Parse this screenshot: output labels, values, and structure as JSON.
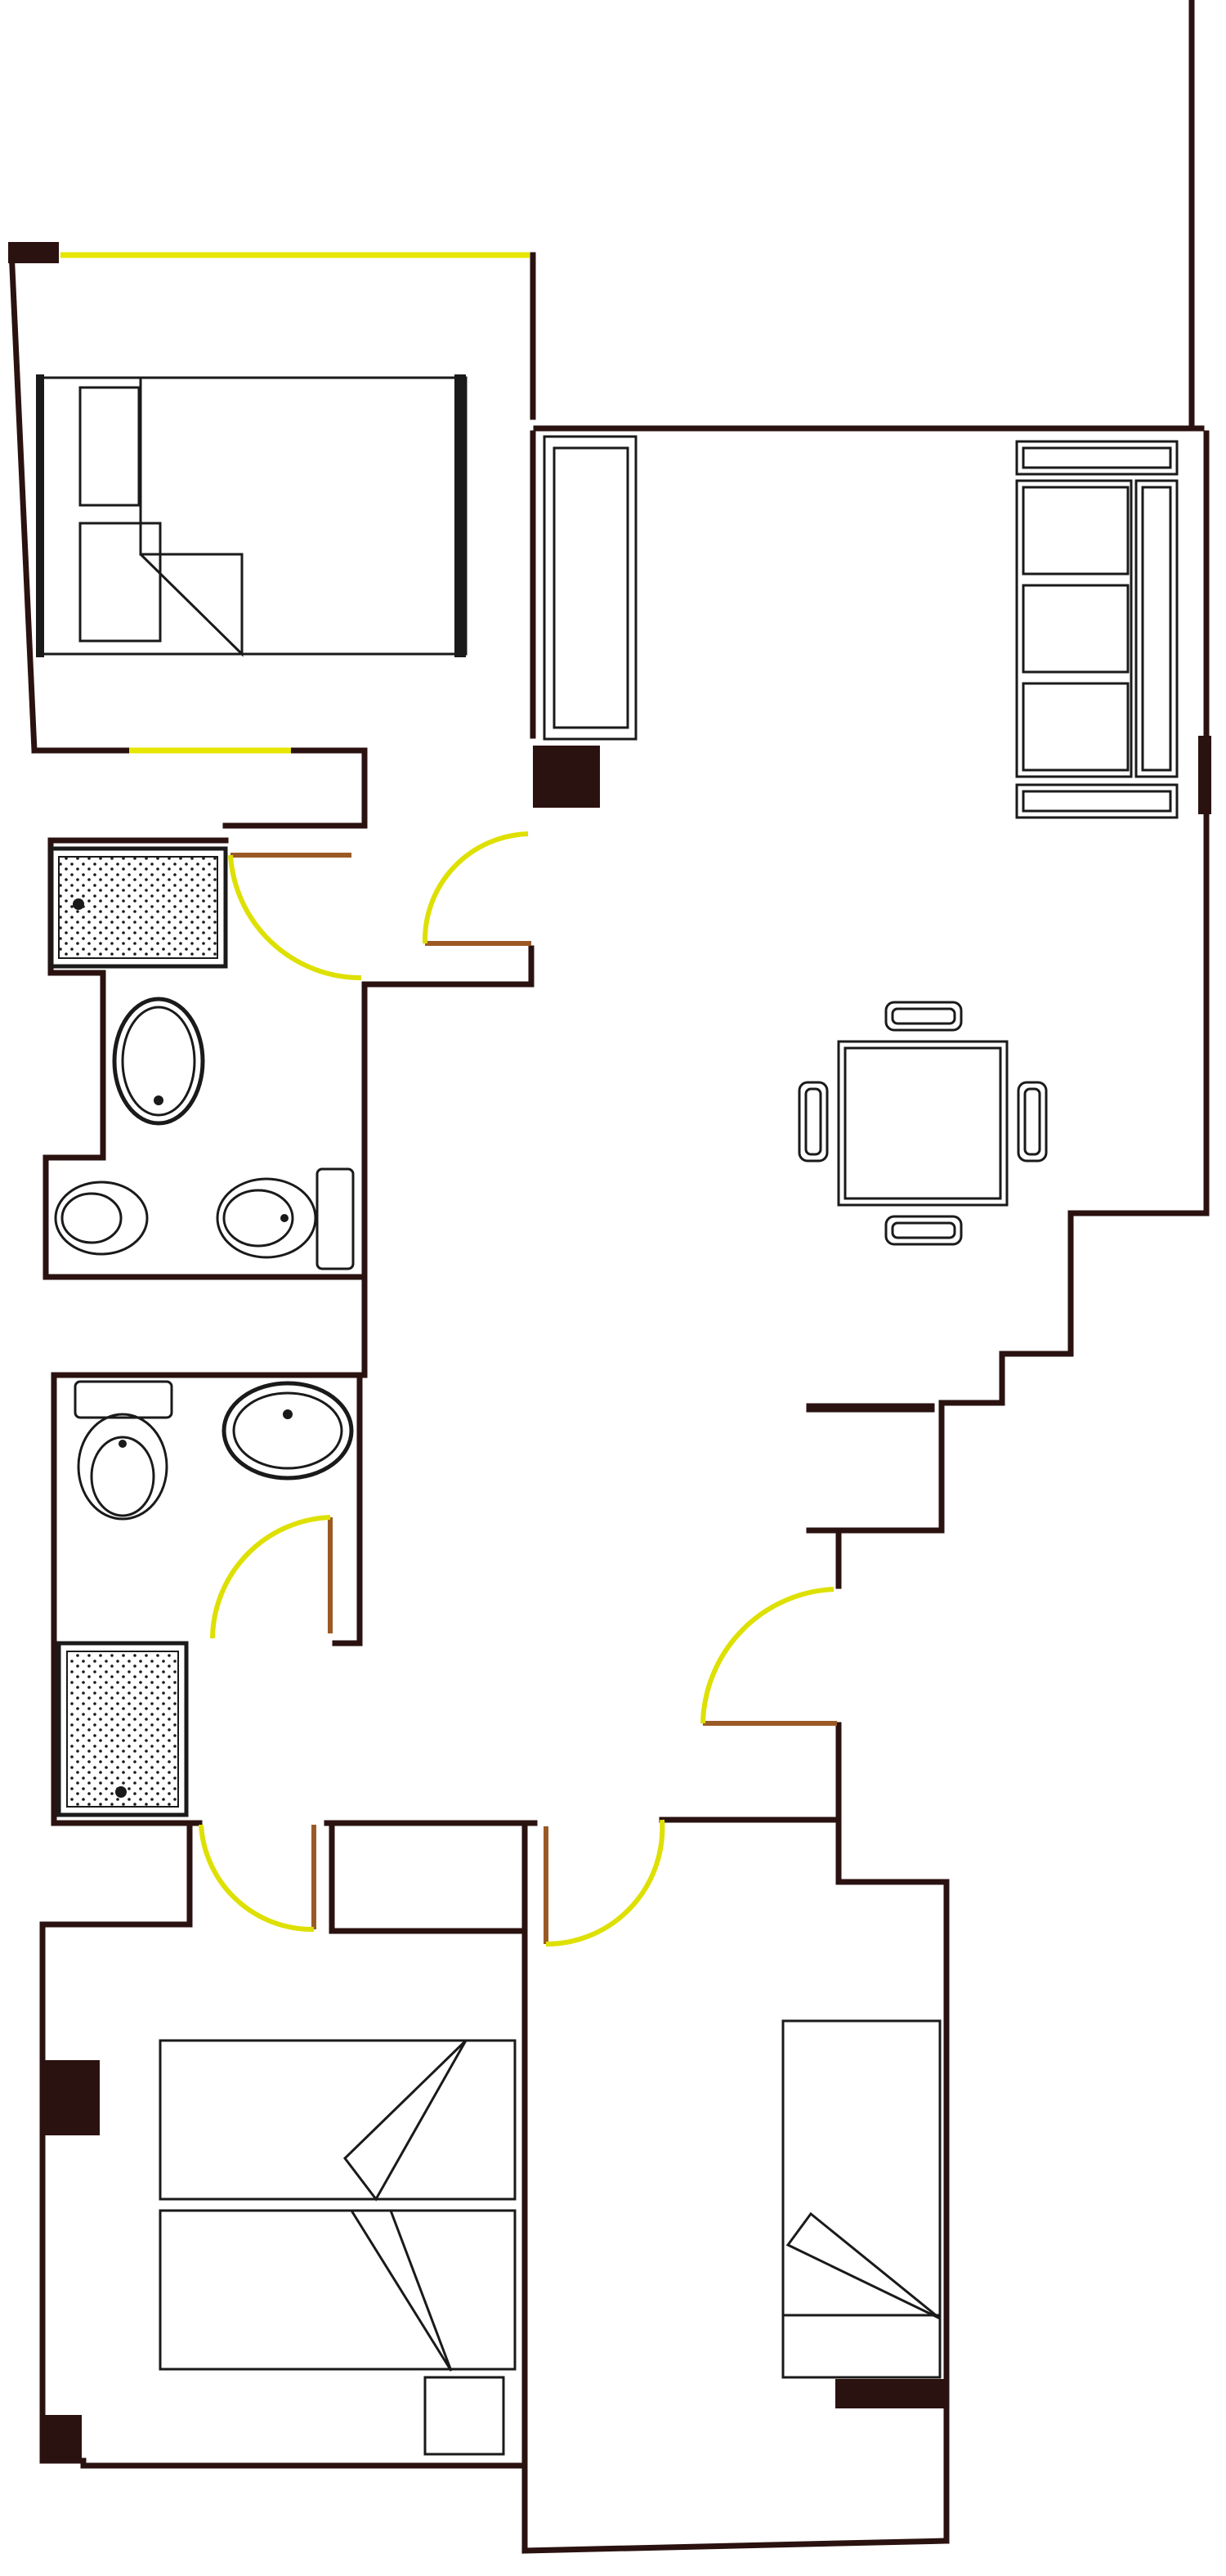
{
  "floor_plan": {
    "colors": {
      "wall": "#2a1210",
      "window": "#e6e600",
      "door_leaf": "#9b5a25",
      "door_swing": "#dde000",
      "furniture": "#1a1a1a",
      "background": "#ffffff"
    },
    "rooms": [
      "bedroom-north",
      "living-room",
      "bathroom-upper",
      "bathroom-lower",
      "hallway",
      "bedroom-south-west",
      "bedroom-south-east"
    ],
    "furniture": [
      "double-bed",
      "wardrobe",
      "sofa",
      "dining-table",
      "chair",
      "shower-tray",
      "sink",
      "toilet",
      "bidet",
      "twin-bed",
      "single-bed",
      "nightstand"
    ]
  }
}
